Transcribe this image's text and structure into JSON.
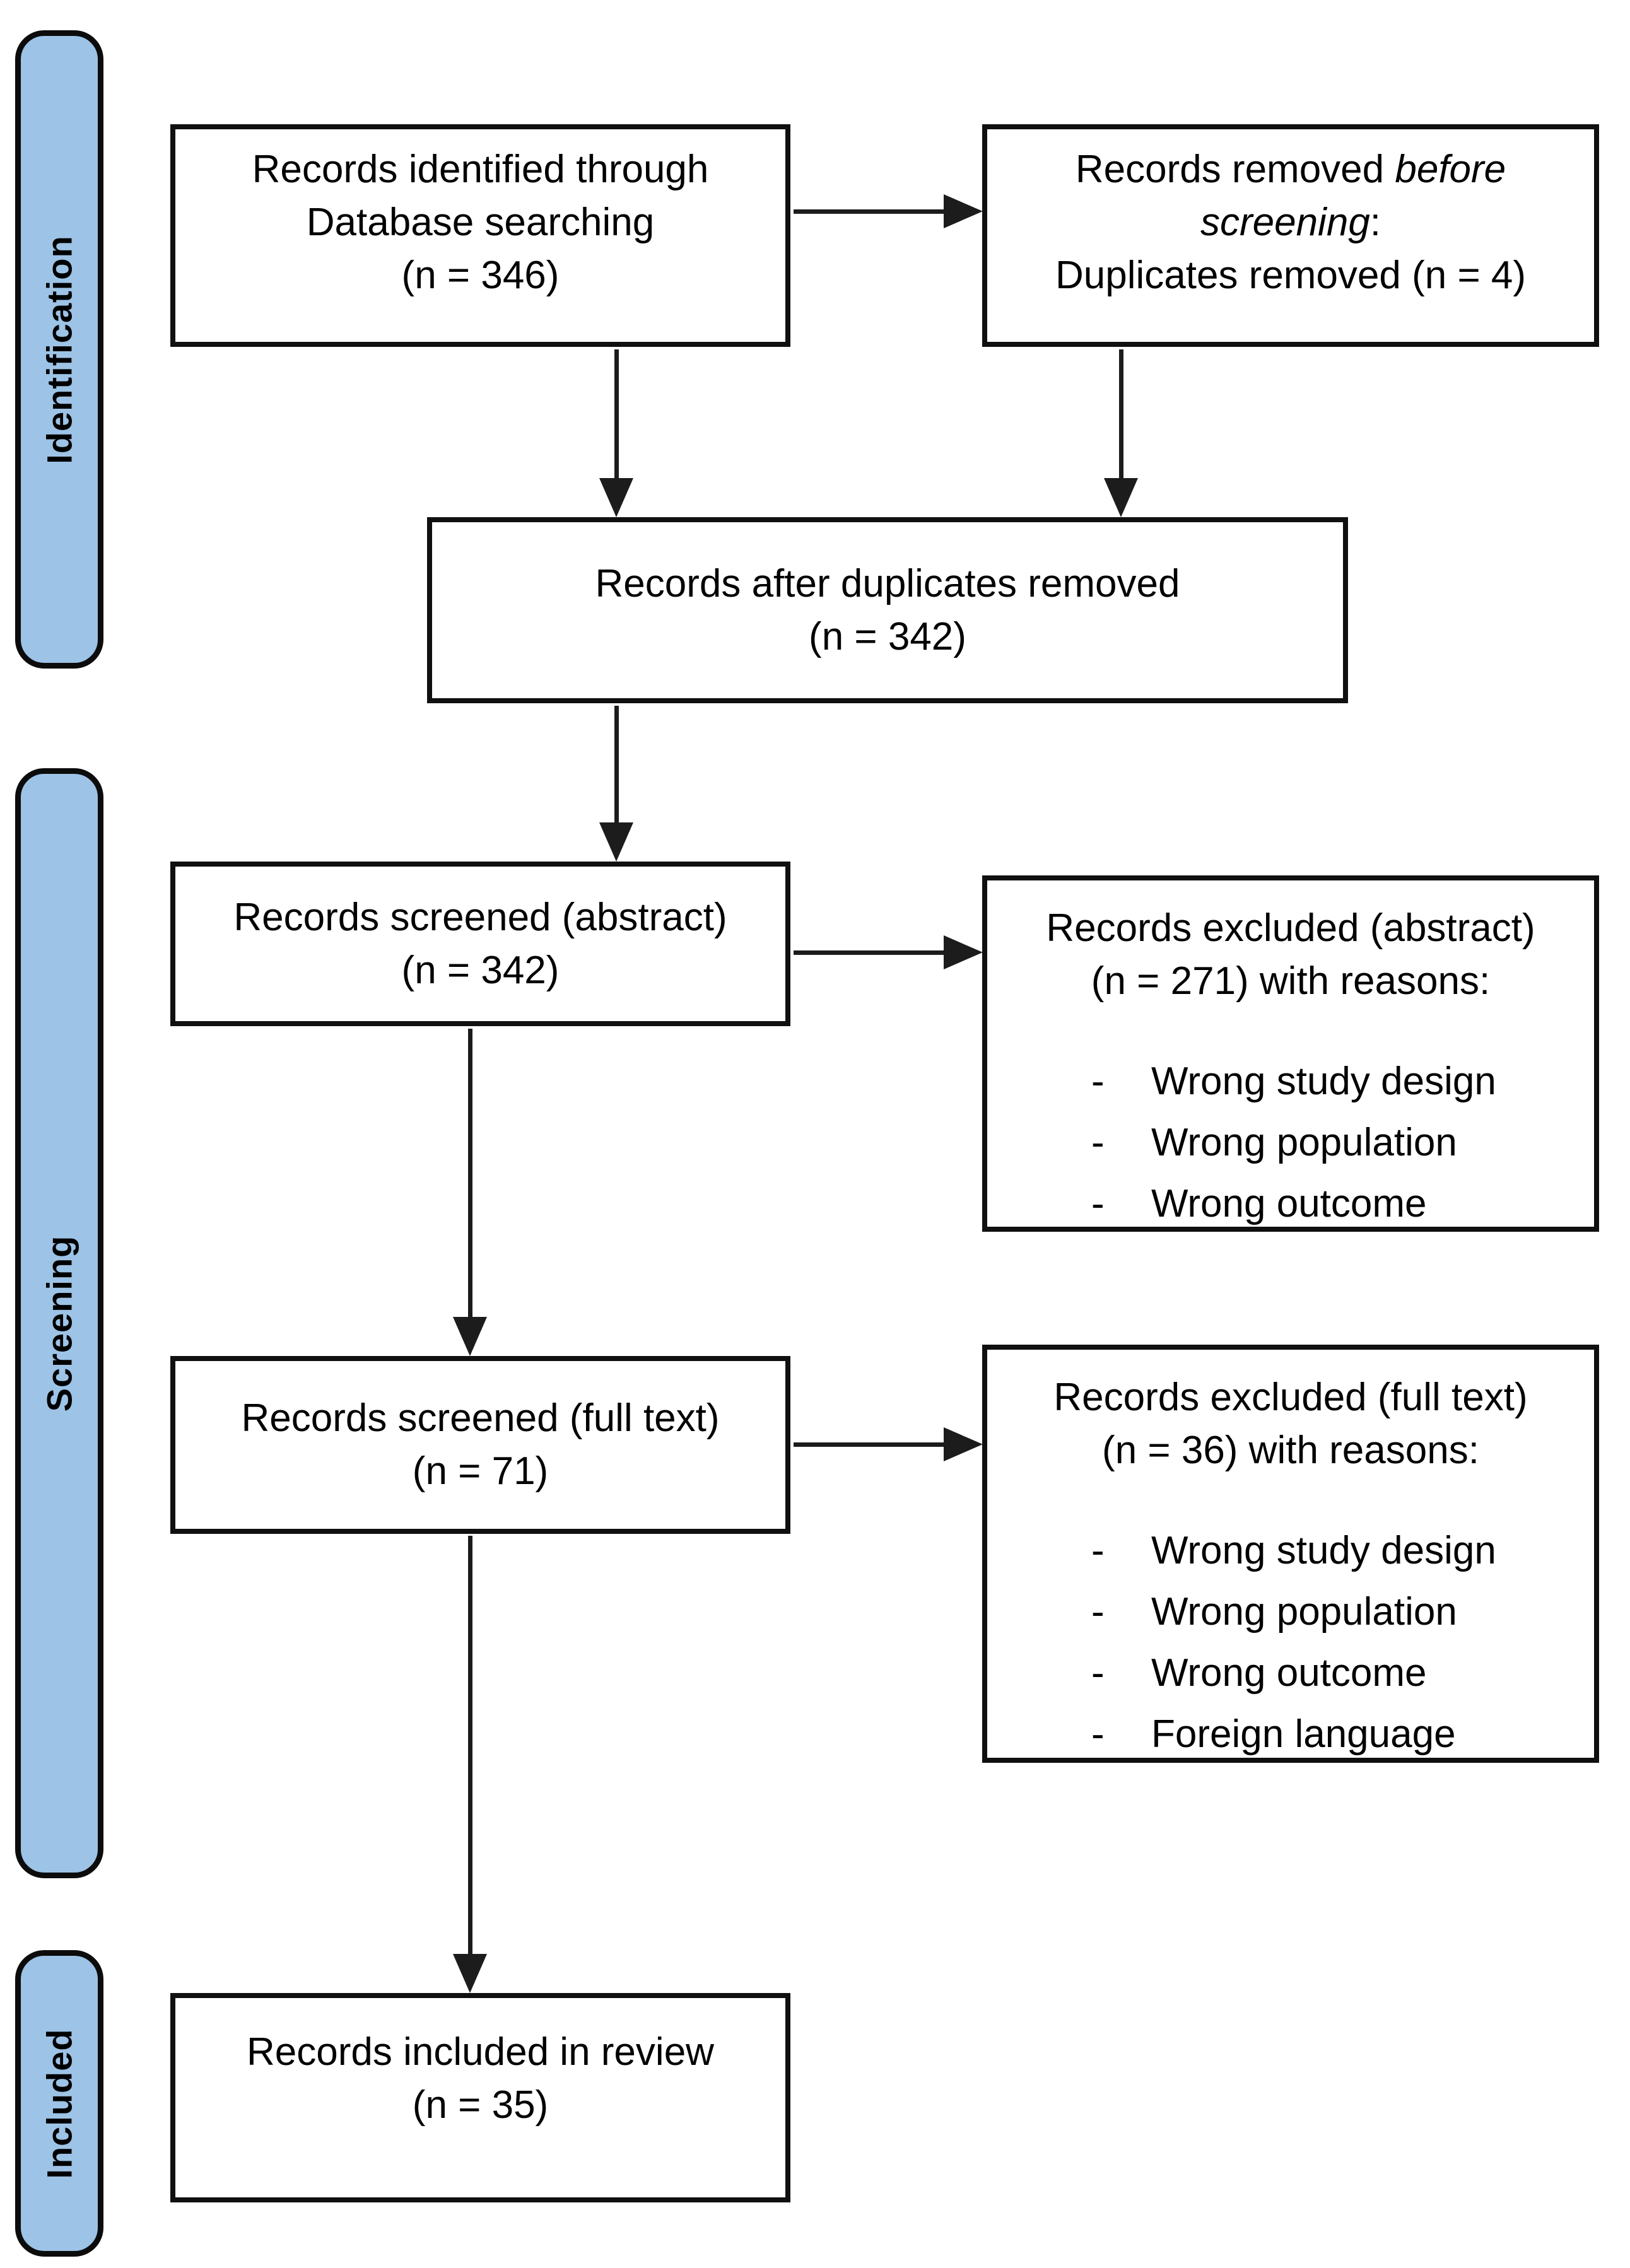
{
  "diagram": {
    "bullet": "-",
    "stages": {
      "identification": "Identification",
      "screening": "Screening",
      "included": "Included"
    },
    "boxes": {
      "identified": {
        "l1": "Records identified through",
        "l2": "Database searching",
        "l3": "(n = 346)"
      },
      "removed_before_screening": {
        "pre": "Records removed",
        "italic1": " before",
        "italic2": "screening",
        "colon": ":",
        "l3": "Duplicates removed (n = 4)"
      },
      "after_duplicates": {
        "l1": "Records after duplicates removed",
        "l2": "(n = 342)"
      },
      "screened_abstract": {
        "l1": "Records screened (abstract)",
        "l2": "(n = 342)"
      },
      "excluded_abstract": {
        "l1": "Records excluded (abstract)",
        "l2": "(n = 271) with reasons:",
        "reasons": [
          "Wrong study design",
          "Wrong population",
          "Wrong outcome"
        ]
      },
      "screened_fulltext": {
        "l1": "Records screened (full text)",
        "l2": "(n = 71)"
      },
      "excluded_fulltext": {
        "l1": "Records excluded (full text)",
        "l2": "(n = 36) with reasons:",
        "reasons": [
          "Wrong study design",
          "Wrong population",
          "Wrong outcome",
          "Foreign language"
        ]
      },
      "included_review": {
        "l1": "Records included in review",
        "l2": "(n = 35)"
      }
    },
    "colors": {
      "stage_fill": "#9DC3E6",
      "box_border": "#101010",
      "arrow": "#1c1c1c",
      "background": "#ffffff"
    }
  }
}
